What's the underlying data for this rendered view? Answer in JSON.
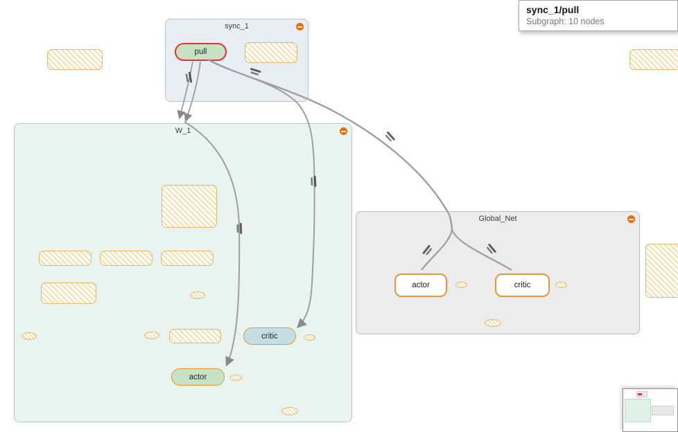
{
  "tooltip": {
    "title": "sync_1/pull",
    "subtitle": "Subgraph: 10 nodes"
  },
  "groups": {
    "sync1": {
      "label": "sync_1"
    },
    "w1": {
      "label": "W_1"
    },
    "globalNet": {
      "label": "Global_Net"
    }
  },
  "nodes": {
    "pull": {
      "label": "pull",
      "selected": true
    },
    "w1Critic": {
      "label": "critic"
    },
    "w1Actor": {
      "label": "actor"
    },
    "gnActor": {
      "label": "actor"
    },
    "gnCritic": {
      "label": "critic"
    }
  },
  "icons": {
    "collapse": "minus-icon"
  },
  "colors": {
    "selection_red": "#e4322b",
    "node_border_orange": "#e8953c",
    "collapse_button_orange": "#ef6c00",
    "node_green": "#c6e3c3",
    "node_blue": "#c4dee3",
    "group_sync_fill": "#e9edf4",
    "group_w1_fill": "#e9f4f0",
    "group_gn_fill": "#ececec",
    "edge_gray": "#9e9e9e"
  }
}
